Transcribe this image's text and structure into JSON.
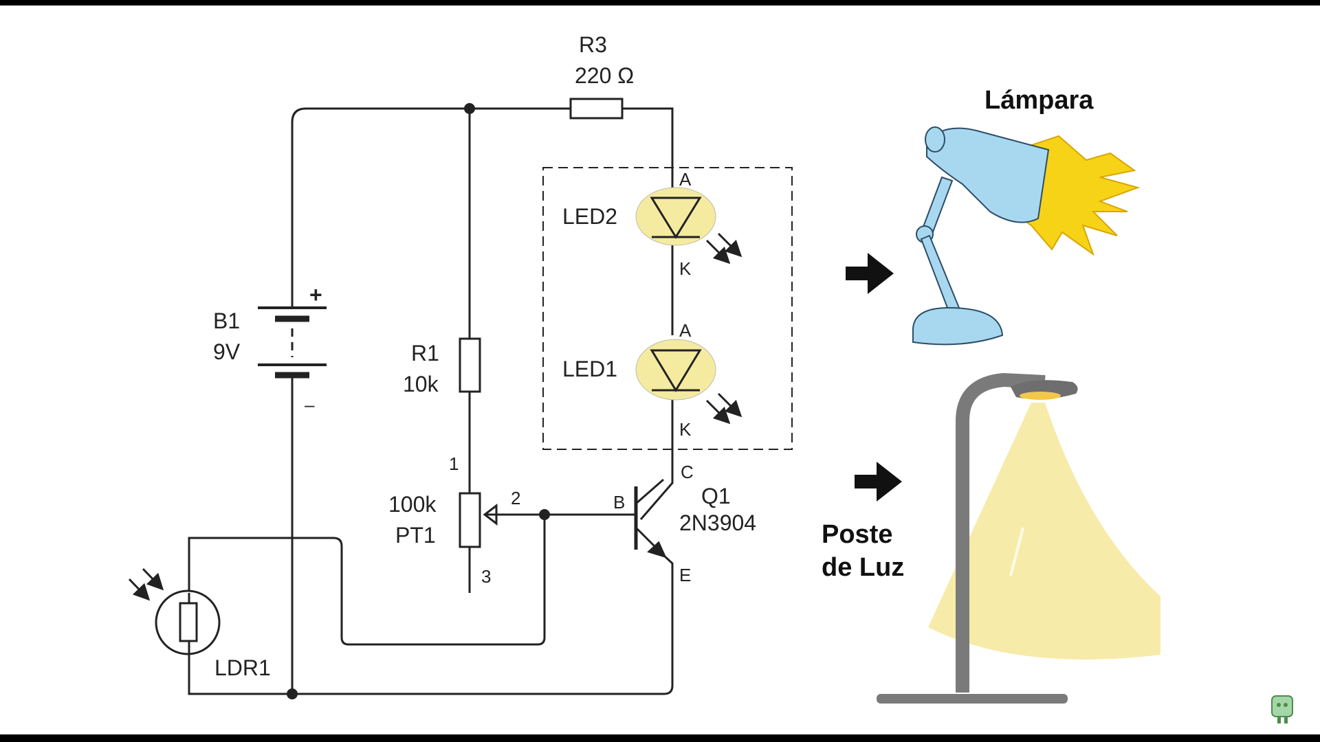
{
  "components": {
    "r3": {
      "name": "R3",
      "value": "220 Ω"
    },
    "b1": {
      "name": "B1",
      "value": "9V",
      "plus": "+",
      "minus": "–"
    },
    "r1": {
      "name": "R1",
      "value": "10k"
    },
    "pt1": {
      "name": "PT1",
      "value": "100k",
      "pin1": "1",
      "pin2": "2",
      "pin3": "3"
    },
    "led2": {
      "name": "LED2",
      "anode": "A",
      "cathode": "K"
    },
    "led1": {
      "name": "LED1",
      "anode": "A",
      "cathode": "K"
    },
    "q1": {
      "name": "Q1",
      "part": "2N3904",
      "base": "B",
      "collector": "C",
      "emitter": "E"
    },
    "ldr1": {
      "name": "LDR1"
    }
  },
  "illustrations": {
    "lamp_label": "Lámpara",
    "streetlight_label_line1": "Poste",
    "streetlight_label_line2": "de Luz"
  },
  "colors": {
    "wire": "#222222",
    "led_glow": "#f5eba0",
    "lamp_body": "#a8d8f0",
    "light_rays": "#f7d318",
    "street_pole": "#7a7a7a",
    "street_beam": "#f6e79a"
  }
}
